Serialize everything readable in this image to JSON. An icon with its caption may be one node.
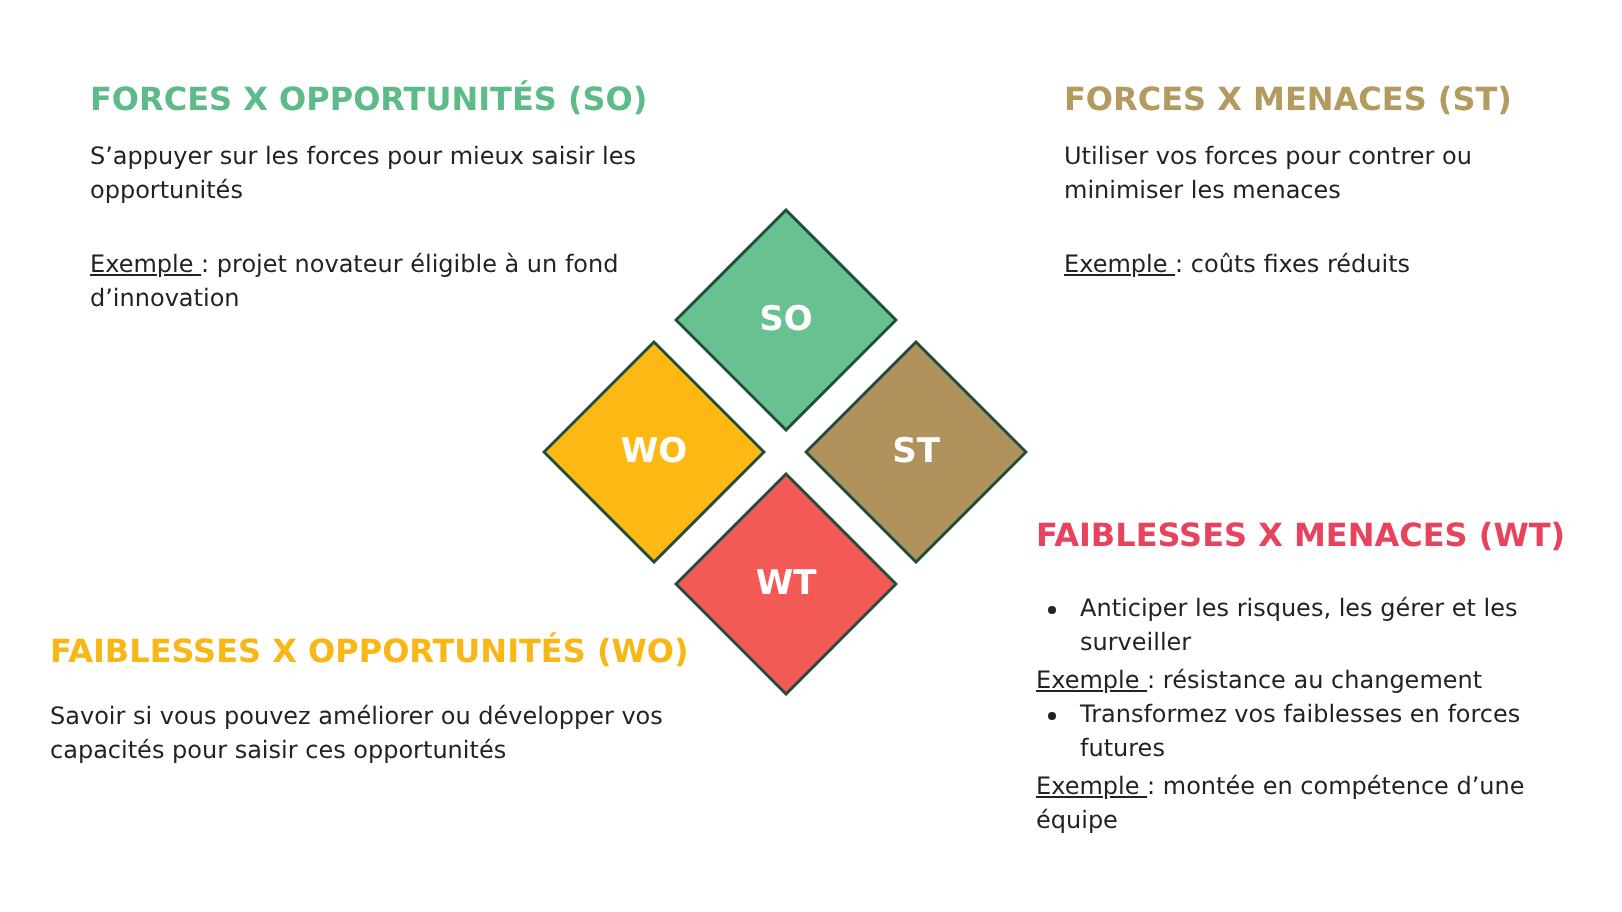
{
  "diagram": {
    "nodes": [
      {
        "text": [
          "SO"
        ]
      },
      {
        "text": [
          "WO"
        ]
      },
      {
        "text": [
          "ST"
        ]
      },
      {
        "text": [
          "WT"
        ]
      }
    ],
    "labels": [
      "FORCES X OPPORTUNITÉS (SO)",
      "FORCES X MENACES (ST)",
      "S’appuyer sur les forces pour mieux saisir les opportunités",
      "Utiliser vos forces pour contrer ou minimiser les menaces",
      "Exemple : projet novateur éligible à un fond d’innovation",
      "Exemple : coûts fixes réduits",
      "FAIBLESSES X MENACES (WT)",
      "Anticiper les risques, les gérer et les surveiller",
      "FAIBLESSES X OPPORTUNITÉS (WO)",
      "Exemple : résistance au changement",
      "Savoir si vous pouvez améliorer ou développer vos capacités pour saisir ces opportunités",
      "Transformez vos faiblesses en forces futures",
      "Exemple : montée en compétence d’une équipe"
    ]
  }
}
